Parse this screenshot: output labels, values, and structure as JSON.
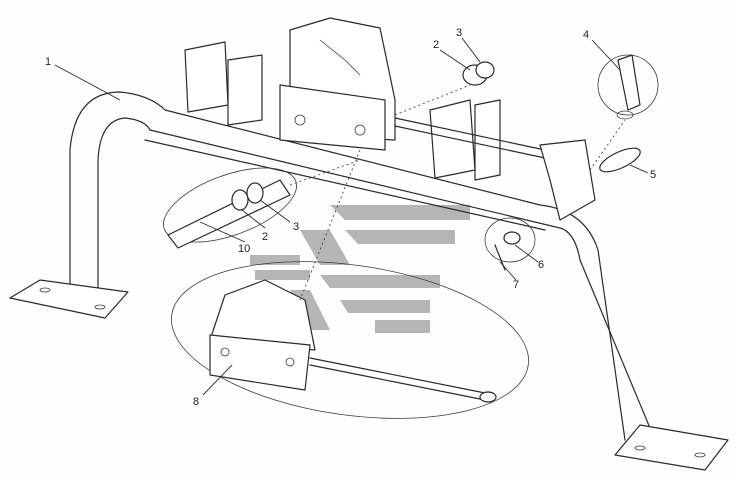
{
  "diagram": {
    "callouts": [
      {
        "id": "c1",
        "label": "1"
      },
      {
        "id": "c2a",
        "label": "2"
      },
      {
        "id": "c3a",
        "label": "3"
      },
      {
        "id": "c4",
        "label": "4"
      },
      {
        "id": "c5",
        "label": "5"
      },
      {
        "id": "c6",
        "label": "6"
      },
      {
        "id": "c7",
        "label": "7"
      },
      {
        "id": "c8",
        "label": "8"
      },
      {
        "id": "c2b",
        "label": "2"
      },
      {
        "id": "c3b",
        "label": "3"
      },
      {
        "id": "c10",
        "label": "10"
      }
    ]
  },
  "colors": {
    "line": "#2a2a2a",
    "background": "#fefefe",
    "watermark": "#9c9c9c"
  },
  "icons": [
    "watermark-logo"
  ]
}
